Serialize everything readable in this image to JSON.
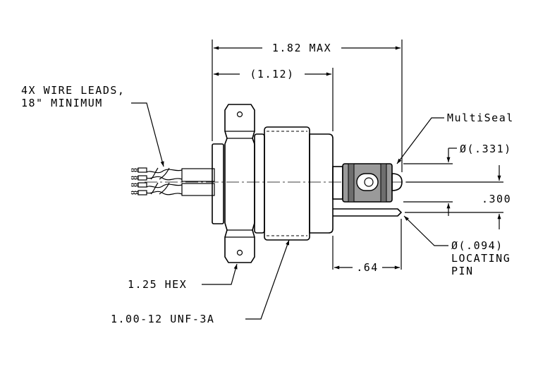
{
  "dimensions": {
    "overall_length": "1.82 MAX",
    "body_length": "(1.12)",
    "pin_length": ".64",
    "receptacle_diameter": "Ø(.331)",
    "pin_offset": ".300",
    "pin_diameter": "Ø(.094)"
  },
  "callouts": {
    "wire_leads_line1": "4X WIRE LEADS,",
    "wire_leads_line2": "18\" MINIMUM",
    "seal": "MultiSeal",
    "locating_pin_line1": "LOCATING",
    "locating_pin_line2": "PIN",
    "hex": "1.25 HEX",
    "thread": "1.00-12 UNF-3A"
  }
}
